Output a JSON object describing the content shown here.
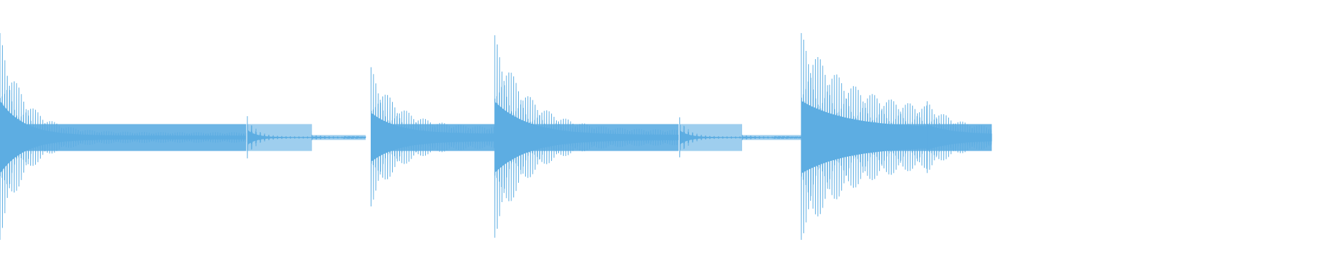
{
  "colors": {
    "waveform": "#5dade2",
    "background": "#ffffff"
  },
  "chart_data": {
    "type": "area",
    "description_of_axes": "",
    "xlim": [
      0,
      1.23
    ],
    "ylim": [
      -1,
      1
    ],
    "segments": [
      {
        "start": 0.0,
        "end": 0.229,
        "peak": 0.98,
        "decay": 4.5,
        "tail": 0.05,
        "period": 0.0022
      },
      {
        "start": 0.23,
        "end": 0.29,
        "peak": 0.2,
        "decay": 12.0,
        "tail": 0.01,
        "period": 0.004
      },
      {
        "start": 0.29,
        "end": 0.34,
        "peak": 0.025,
        "decay": 6.0,
        "tail": 0.005,
        "period": 0.004
      },
      {
        "start": 0.345,
        "end": 0.46,
        "peak": 0.66,
        "decay": 4.0,
        "tail": 0.1,
        "period": 0.0022
      },
      {
        "start": 0.46,
        "end": 0.631,
        "peak": 0.96,
        "decay": 3.2,
        "tail": 0.07,
        "period": 0.0022
      },
      {
        "start": 0.632,
        "end": 0.69,
        "peak": 0.19,
        "decay": 12.0,
        "tail": 0.01,
        "period": 0.004
      },
      {
        "start": 0.69,
        "end": 0.745,
        "peak": 0.025,
        "decay": 6.0,
        "tail": 0.005,
        "period": 0.004
      },
      {
        "start": 0.745,
        "end": 0.862,
        "peak": 0.98,
        "decay": 2.3,
        "tail": 0.25,
        "period": 0.0022
      },
      {
        "start": 0.862,
        "end": 0.922,
        "peak": 0.34,
        "decay": 4.0,
        "tail": 0.08,
        "period": 0.0022
      }
    ]
  }
}
